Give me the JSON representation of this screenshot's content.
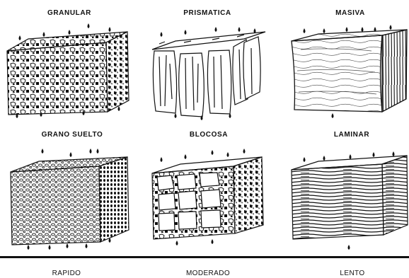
{
  "structures": [
    {
      "label": "GRANULAR"
    },
    {
      "label": "PRISMATICA"
    },
    {
      "label": "MASIVA"
    },
    {
      "label": "GRANO SUELTO"
    },
    {
      "label": "BLOCOSA"
    },
    {
      "label": "LAMINAR"
    }
  ],
  "drainage": [
    {
      "label": "RAPIDO"
    },
    {
      "label": "MODERADO"
    },
    {
      "label": "LENTO"
    }
  ]
}
